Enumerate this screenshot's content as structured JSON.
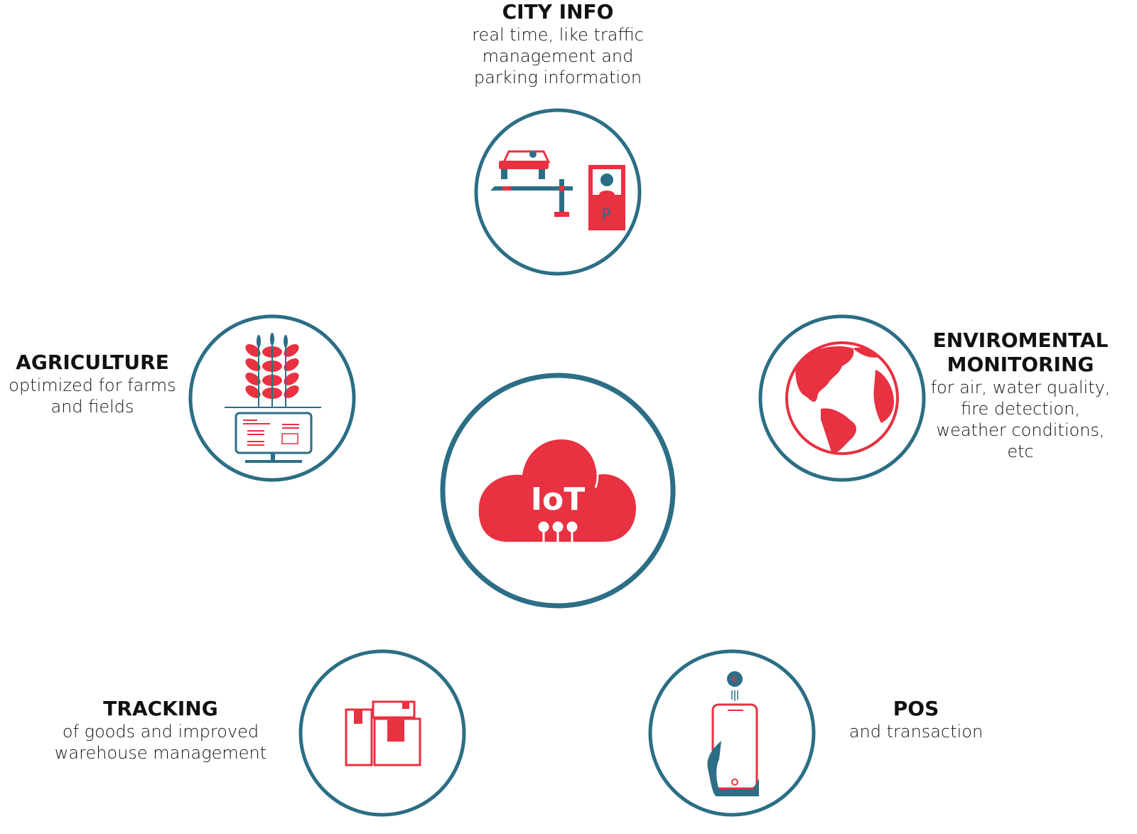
{
  "colors": {
    "teal": "#2b6e85",
    "red": "#e83141"
  },
  "center": {
    "label": "IoT"
  },
  "nodes": {
    "city": {
      "title": "CITY INFO",
      "lines": [
        "real time, like traffic",
        "management and",
        "parking information"
      ],
      "icon": "car-parking-barrier-icon",
      "sign": "P"
    },
    "agriculture": {
      "title": "AGRICULTURE",
      "lines": [
        "optimized for farms",
        "and fields"
      ],
      "icon": "crop-monitor-icon"
    },
    "environmental": {
      "title_lines": [
        "ENVIROMENTAL",
        "MONITORING"
      ],
      "lines": [
        "for air, water quality,",
        "fire detection,",
        "weather conditions,",
        "etc"
      ],
      "icon": "globe-icon"
    },
    "tracking": {
      "title": "TRACKING",
      "lines": [
        "of goods and improved",
        "warehouse management"
      ],
      "icon": "boxes-icon"
    },
    "pos": {
      "title": "POS",
      "lines": [
        "and transaction"
      ],
      "icon": "phone-payment-icon",
      "coin": "€"
    }
  }
}
